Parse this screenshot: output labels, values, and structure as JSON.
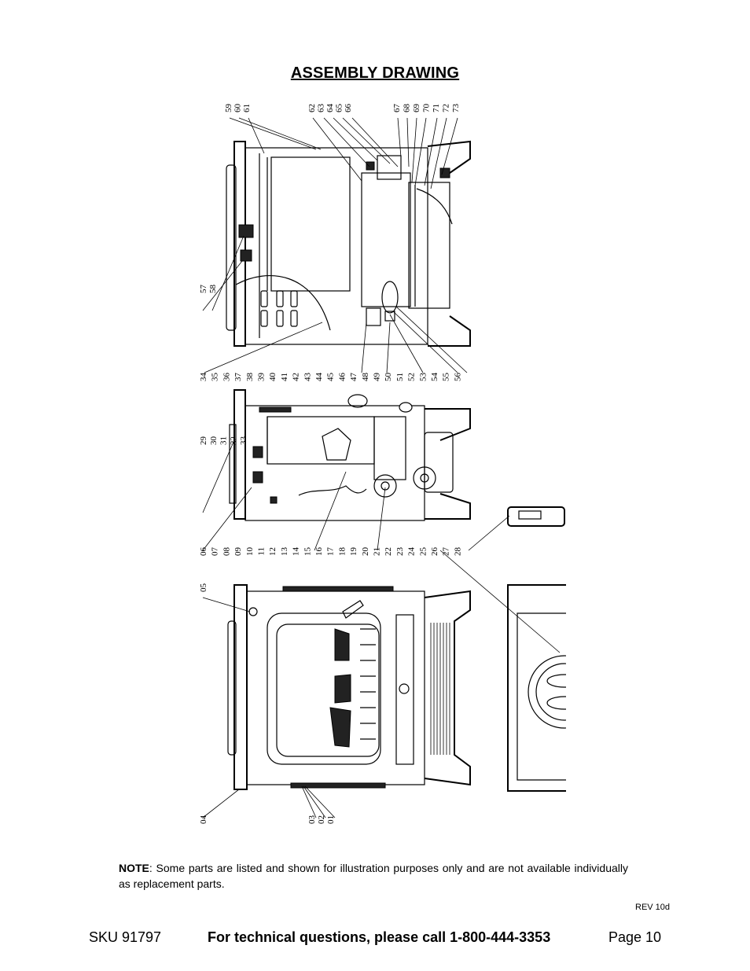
{
  "page": {
    "title": "ASSEMBLY DRAWING",
    "note_label": "NOTE",
    "note_text": ": Some parts are listed and shown for illustration purposes only and are not available individually as replacement parts.",
    "revision": "REV 10d"
  },
  "footer": {
    "sku": "SKU 91797",
    "technical": "For technical questions, please call 1-800-444-3353",
    "page": "Page 10"
  },
  "drawing": {
    "labels_top": [
      "59",
      "60",
      "61",
      "62",
      "63",
      "64",
      "65",
      "66",
      "67",
      "68",
      "69",
      "70",
      "71",
      "72",
      "73"
    ],
    "labels_row2_left": [
      "57",
      "58"
    ],
    "labels_row2": [
      "34",
      "35",
      "36",
      "37",
      "38",
      "39",
      "40",
      "41",
      "42",
      "43",
      "44",
      "45",
      "46",
      "47",
      "48",
      "49",
      "50",
      "51",
      "52",
      "53",
      "54",
      "55",
      "56"
    ],
    "labels_row3_left": [
      "29",
      "30",
      "31",
      "32",
      "33"
    ],
    "labels_row3": [
      "06",
      "07",
      "08",
      "09",
      "10",
      "11",
      "12",
      "13",
      "14",
      "15",
      "16",
      "17",
      "18",
      "19",
      "20",
      "21",
      "22",
      "23",
      "24",
      "25",
      "26",
      "27",
      "28"
    ],
    "labels_row4_left": [
      "05"
    ],
    "labels_bottom": [
      "04",
      "03",
      "02",
      "01"
    ]
  }
}
